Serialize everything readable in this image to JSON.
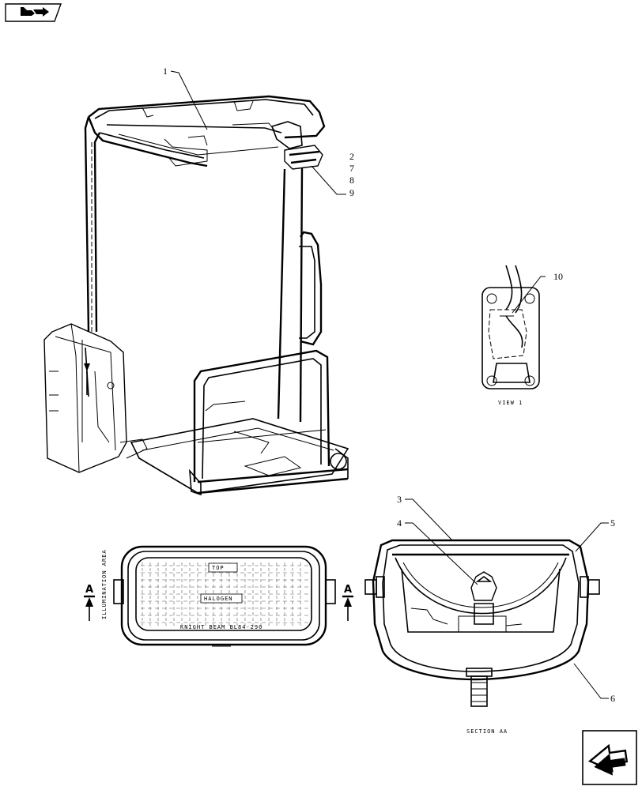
{
  "callouts": {
    "c1": "1",
    "c2": "2",
    "c7": "7",
    "c8": "8",
    "c9": "9",
    "c10": "10",
    "c3": "3",
    "c4": "4",
    "c5": "5",
    "c6": "6"
  },
  "labels": {
    "view": "VIEW 1",
    "section": "SECTION AA",
    "section_mark_left": "A",
    "section_mark_right": "A",
    "illumination": "ILLUMINATION AREA"
  },
  "lamp_lens": {
    "top": "TOP",
    "halogen": "HALOGEN",
    "brand": "KNIGHT   BEAM   BL84-290"
  },
  "icons": {
    "top_nav": "book-arrow-icon",
    "bottom_nav": "next-page-arrow-icon"
  }
}
